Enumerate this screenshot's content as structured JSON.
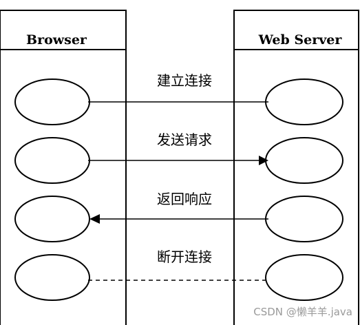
{
  "columns": {
    "left": "Browser",
    "right": "Web Server"
  },
  "messages": [
    {
      "label": "建立连接",
      "style": "solid",
      "arrow": "none"
    },
    {
      "label": "发送请求",
      "style": "solid",
      "arrow": "right"
    },
    {
      "label": "返回响应",
      "style": "solid",
      "arrow": "left"
    },
    {
      "label": "断开连接",
      "style": "dashed",
      "arrow": "none"
    }
  ],
  "watermark": "CSDN @懒羊羊.java"
}
